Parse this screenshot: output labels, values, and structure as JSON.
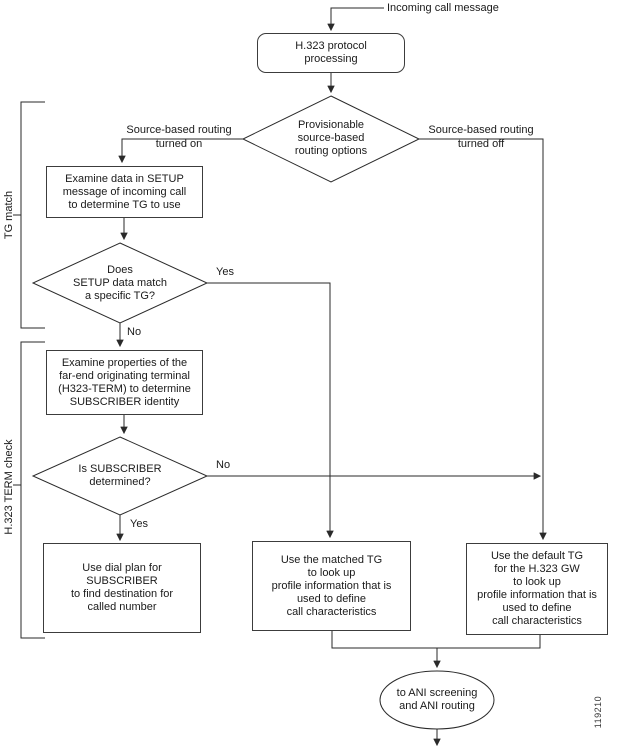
{
  "colors": {
    "line": "#2a2a2a",
    "box_border": "#3c3c3c",
    "text": "#1a1a1a"
  },
  "flow": {
    "incoming": "Incoming call message",
    "protocol": "H.323 protocol\nprocessing",
    "provision": "Provisionable\nsource-based\nrouting options",
    "turned_on": "Source-based routing\nturned on",
    "turned_off": "Source-based routing\nturned off",
    "examine_setup": "Examine data in SETUP\nmessage of incoming call\nto determine TG to use",
    "setup_match": "Does\nSETUP data match\na specific TG?",
    "setup_yes": "Yes",
    "setup_no": "No",
    "examine_term": "Examine properties of the\nfar-end originating terminal\n(H323-TERM) to determine\nSUBSCRIBER identity",
    "subscriber": "Is SUBSCRIBER\ndetermined?",
    "subscriber_no": "No",
    "subscriber_yes": "Yes",
    "dial_plan": "Use dial plan for\nSUBSCRIBER\nto find destination for\ncalled number",
    "matched_tg": "Use the matched TG\nto look up\nprofile information that is\nused to define\ncall characteristics",
    "default_tg": "Use the default TG\nfor the H.323 GW\nto look up\nprofile information that is\nused to define\ncall characteristics",
    "ani": "to ANI screening\nand ANI routing"
  },
  "side": {
    "tg_match": "TG match",
    "term_check": "H.323 TERM check",
    "figure_number": "119210"
  }
}
